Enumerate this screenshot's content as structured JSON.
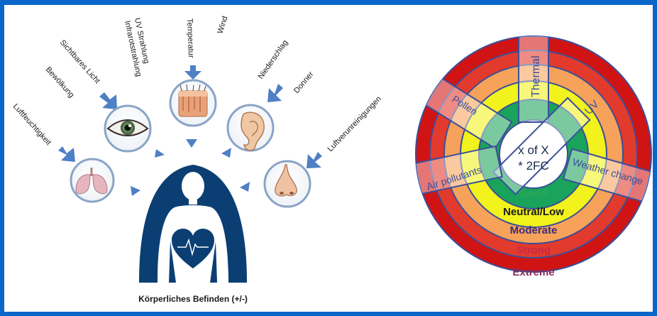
{
  "left_diagram": {
    "factors": {
      "luftfeuchtigkeit": "Luftfeuchtigkeit",
      "bewolkung": "Bewölkung",
      "sichtbares_licht": "Sichtbares Licht",
      "uv_strahlung": "UV Strahlung",
      "infrarotstrahlung": "Infrarotstrahlung",
      "temperatur": "Temperatur",
      "wind": "Wind",
      "niederschlag": "Niederschlag",
      "donner": "Donner",
      "luftverunreinigungen": "Luftverunreinigungen"
    },
    "caption": "Körperliches Befinden (+/-)",
    "colors": {
      "arrow": "#4f7fc4",
      "body": "#0b3f73",
      "heart": "#0b3f73"
    }
  },
  "right_diagram": {
    "center_line1": "x of X",
    "center_line2": "* 2FC",
    "levels": [
      {
        "label": "Good",
        "color": "#1aa35a",
        "text_color": "#2ea857"
      },
      {
        "label": "Neutral/Low",
        "color": "#f2f21c",
        "text_color": "#1a1a1a"
      },
      {
        "label": "Moderate",
        "color": "#f6a25a",
        "text_color": "#3a2d7a"
      },
      {
        "label": "Strong",
        "color": "#e23a2c",
        "text_color": "#c82a45"
      },
      {
        "label": "Extreme",
        "color": "#d01414",
        "text_color": "#8a2a5a"
      }
    ],
    "factors": {
      "thermal": "Thermal",
      "uv": "UV",
      "pollen": "Pollen",
      "air_pollutants": "Air pollutants",
      "weather_change": "Weather change"
    },
    "colors": {
      "outline": "#3a4f9a",
      "center": "#ffffff"
    }
  }
}
